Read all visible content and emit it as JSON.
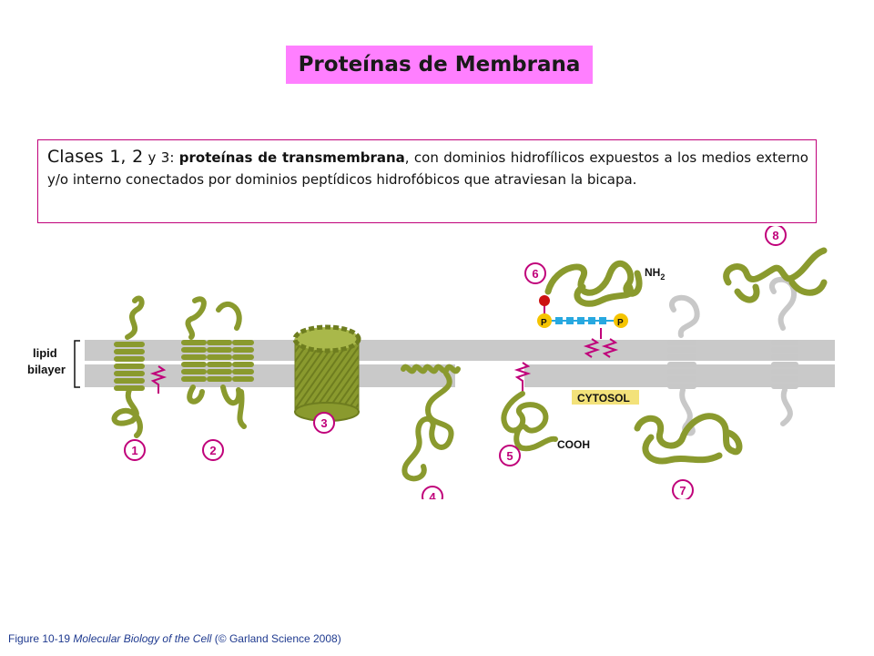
{
  "title": "Proteínas de Membrana",
  "description": {
    "part1": "Clases 1, 2",
    "part2": " y 3",
    "part3": ": ",
    "bold": "proteínas de transmembrana",
    "rest": ", con dominios hidrofílicos expuestos a los medios externo y/o interno conectados por dominios  peptídicos hidrofóbicos que atraviesan la bicapa."
  },
  "diagram": {
    "lipid_label_1": "lipid",
    "lipid_label_2": "bilayer",
    "cytosol_label": "CYTOSOL",
    "nh2_label": "NH",
    "nh2_sub": "2",
    "cooh_label": "COOH",
    "phosphate_label": "P",
    "numbers": [
      "1",
      "2",
      "3",
      "4",
      "5",
      "6",
      "7",
      "8"
    ]
  },
  "caption": {
    "figure": "Figure 10-19 ",
    "book": "Molecular Biology of the Cell",
    "publisher": " (© Garland Science 2008)"
  },
  "colors": {
    "title_bg": "#ff7fff",
    "border": "#c0007a",
    "protein_green": "#8a9a2e",
    "protein_grey": "#c8c8c8",
    "bilayer_grey": "#c9c9c9",
    "number_magenta": "#c0007a",
    "cytosol_bg": "#f3e27a",
    "phosphate_yellow": "#f5c400",
    "dot_blue": "#27a8e0",
    "caption_blue": "#1f3a8f"
  }
}
